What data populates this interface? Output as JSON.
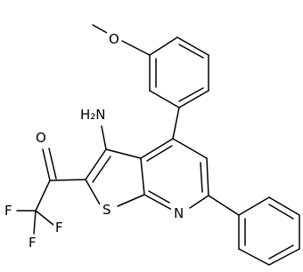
{
  "molecule": {
    "atom_labels": {
      "methoxy_oxygen": "O",
      "amino": "H₂N",
      "ketone_oxygen": "O",
      "fluorine_1": "F",
      "fluorine_2": "F",
      "fluorine_3": "F",
      "sulfur": "S",
      "pyridine_nitrogen": "N"
    }
  }
}
